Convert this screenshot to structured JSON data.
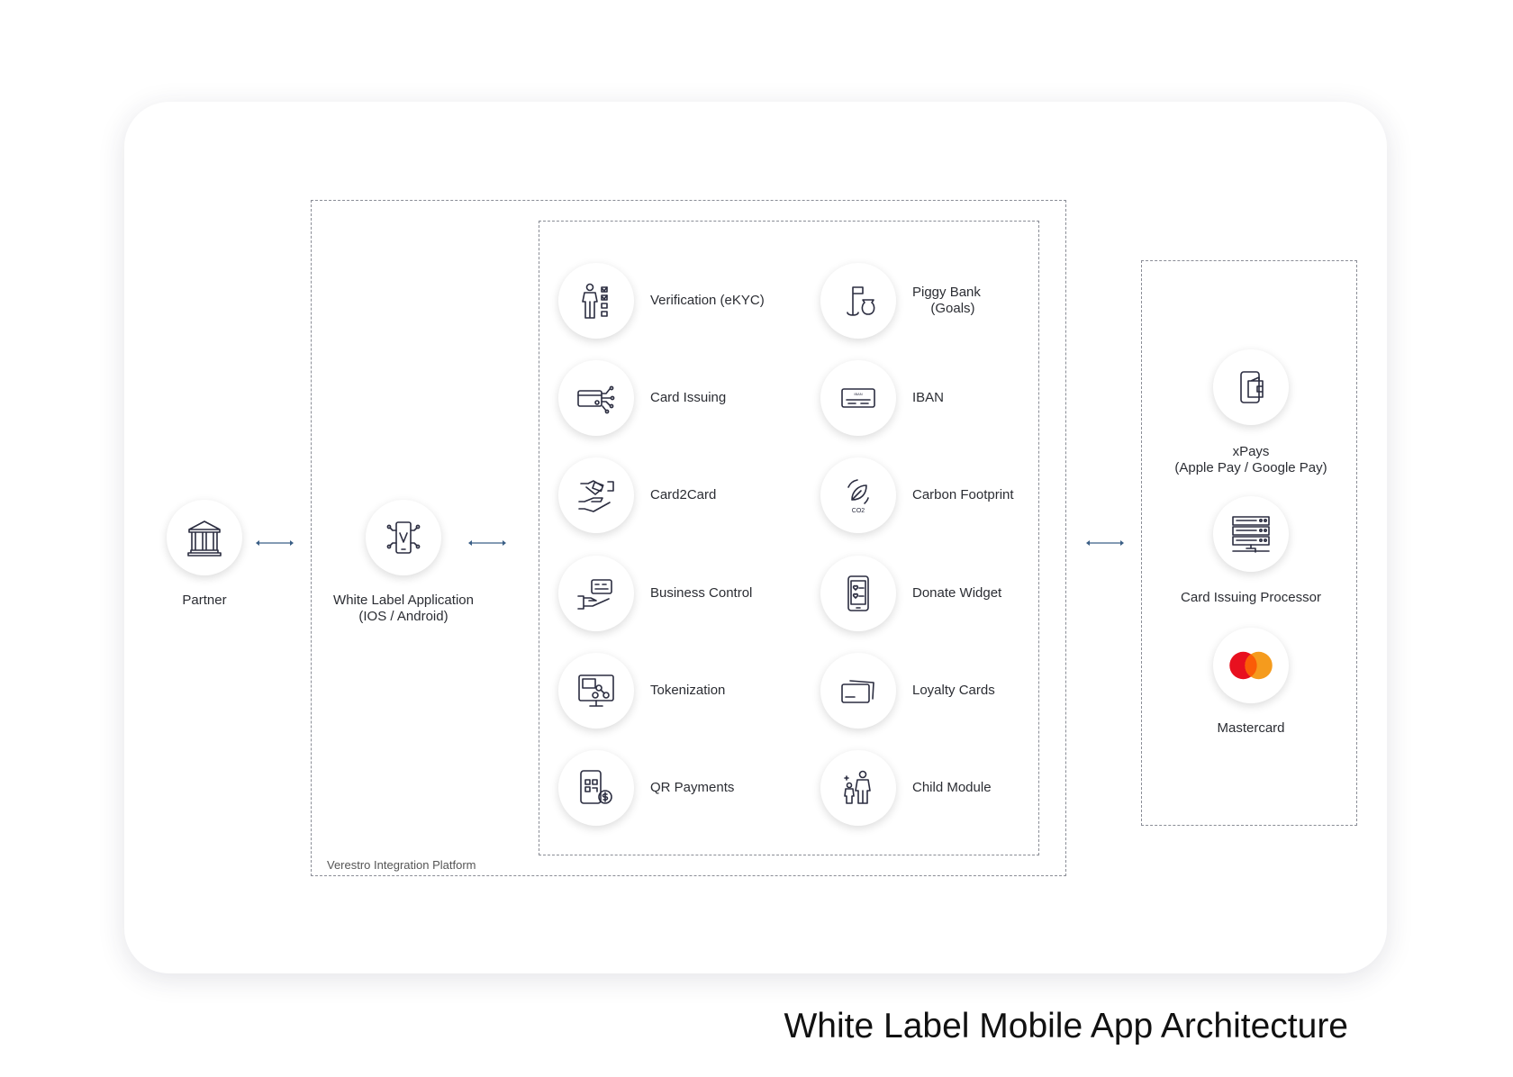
{
  "title": "White Label Mobile App Architecture",
  "platform_label": "Verestro Integration Platform",
  "partner": {
    "label": "Partner",
    "icon": "bank-icon"
  },
  "app": {
    "label1": "White Label Application",
    "label2": "(IOS / Android)",
    "icon": "smartphone-v-icon"
  },
  "modules": [
    {
      "label": "Verification (eKYC)",
      "icon": "person-checklist-icon"
    },
    {
      "label": "Piggy Bank",
      "label2": "(Goals)",
      "icon": "flag-moneybag-icon"
    },
    {
      "label": "Card Issuing",
      "icon": "card-circuit-icon"
    },
    {
      "label": "IBAN",
      "icon": "iban-card-icon"
    },
    {
      "label": "Card2Card",
      "icon": "hands-exchange-icon"
    },
    {
      "label": "Carbon Footprint",
      "icon": "leaf-co2-icon"
    },
    {
      "label": "Business Control",
      "icon": "hand-card-icon"
    },
    {
      "label": "Donate Widget",
      "icon": "phone-hearts-icon"
    },
    {
      "label": "Tokenization",
      "icon": "monitor-nodes-icon"
    },
    {
      "label": "Loyalty Cards",
      "icon": "cards-icon"
    },
    {
      "label": "QR Payments",
      "icon": "phone-qr-dollar-icon"
    },
    {
      "label": "Child Module",
      "icon": "parent-child-icon"
    }
  ],
  "co2_text": "CO2",
  "iban_text": "IBAN",
  "external": [
    {
      "label": "xPays",
      "label2": "(Apple Pay / Google Pay)",
      "icon": "phone-wallet-icon"
    },
    {
      "label": "Card Issuing Processor",
      "icon": "server-icon"
    },
    {
      "label": "Mastercard",
      "icon": "mastercard-logo-icon"
    }
  ],
  "colors": {
    "arrow": "#3b5f86",
    "mc_red": "#e8101f",
    "mc_orange": "#f59b1d",
    "mc_overlap": "#fb5c07"
  }
}
